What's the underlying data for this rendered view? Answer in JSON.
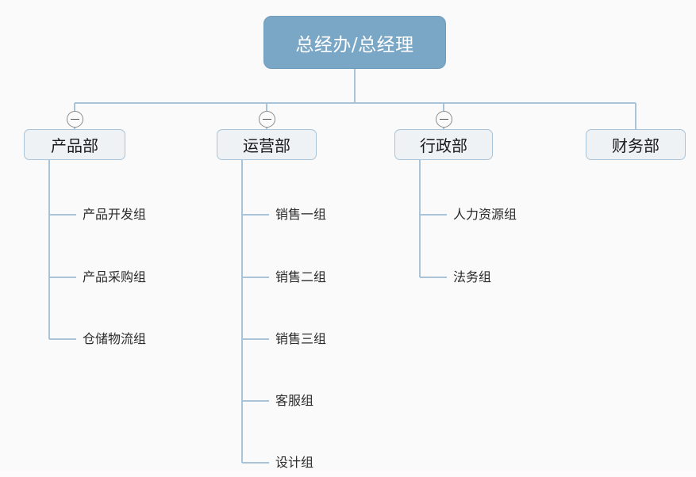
{
  "diagram": {
    "title": "总经办/总经理",
    "type": "organization-chart",
    "background_color": "#fafafa",
    "root_fill_color": "#7ba7c7",
    "root_text_color": "#ffffff",
    "department_fill_color": "#eef2f5",
    "department_border_color": "#a9c4d8",
    "connector_color": "#a9c4d8",
    "toggle_icon": "minus-circle-icon",
    "root": {
      "label": "总经办/总经理"
    },
    "departments": [
      {
        "label": "产品部",
        "collapsible": true,
        "toggle_state": "expanded",
        "children": [
          {
            "label": "产品开发组"
          },
          {
            "label": "产品采购组"
          },
          {
            "label": "仓储物流组"
          }
        ]
      },
      {
        "label": "运营部",
        "collapsible": true,
        "toggle_state": "expanded",
        "children": [
          {
            "label": "销售一组"
          },
          {
            "label": "销售二组"
          },
          {
            "label": "销售三组"
          },
          {
            "label": "客服组"
          },
          {
            "label": "设计组"
          }
        ]
      },
      {
        "label": "行政部",
        "collapsible": true,
        "toggle_state": "expanded",
        "children": [
          {
            "label": "人力资源组"
          },
          {
            "label": "法务组"
          }
        ]
      },
      {
        "label": "财务部",
        "collapsible": false,
        "toggle_state": "none",
        "children": []
      }
    ]
  }
}
